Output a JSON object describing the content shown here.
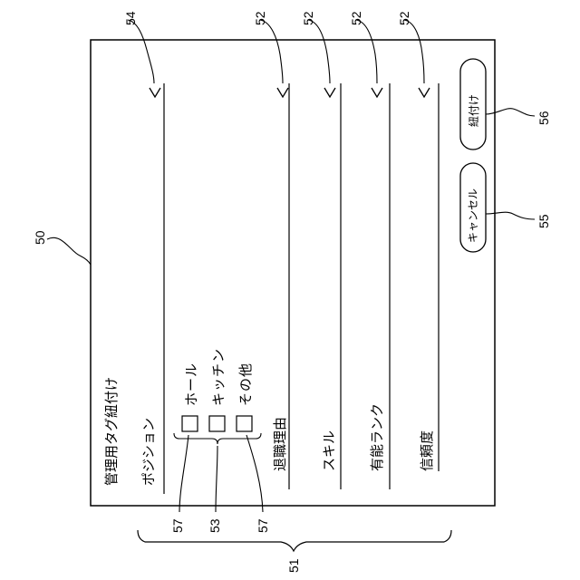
{
  "dialog": {
    "title": "管理用タグ紐付け",
    "fields": {
      "position": {
        "label": "ポジション",
        "options": [
          "ホール",
          "キッチン",
          "その他"
        ]
      },
      "retirement_reason": {
        "label": "退職理由"
      },
      "skill": {
        "label": "スキル"
      },
      "capability_rank": {
        "label": "有能ランク"
      },
      "reliability": {
        "label": "信頼度"
      }
    },
    "buttons": {
      "cancel": "キャンセル",
      "link": "紐付け"
    }
  },
  "reference_numerals": {
    "screen": "50",
    "input_area": "51",
    "pulldown": "52",
    "checkbox_group": "53",
    "pulldown_open": "54",
    "cancel_button": "55",
    "link_button": "56",
    "checkbox": "57"
  }
}
